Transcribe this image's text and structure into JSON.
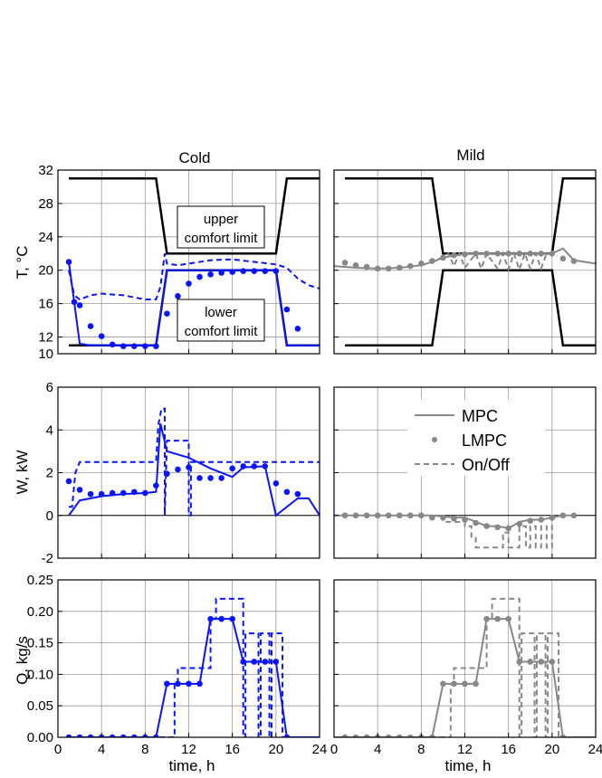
{
  "colors": {
    "cold": "#0a14ff",
    "mild": "#888888",
    "black": "#000000",
    "grid": "#888888"
  },
  "column_titles": [
    "Cold",
    "Mild"
  ],
  "xlabel": "time, h",
  "ylabels": {
    "temp": "T, °C",
    "power": "W, kW",
    "flow": "Q, kg/s"
  },
  "annotations": {
    "upper": [
      "upper",
      "comfort limit"
    ],
    "lower": [
      "lower",
      "comfort limit"
    ]
  },
  "legend": {
    "mpc": "MPC",
    "lmpc": "LMPC",
    "onoff": "On/Off"
  },
  "chart_data": [
    {
      "type": "line",
      "panel": "temp-cold",
      "title": "Cold",
      "xlim": [
        0,
        24
      ],
      "ylim": [
        10,
        32
      ],
      "xticks": [
        0,
        4,
        8,
        12,
        16,
        20,
        24
      ],
      "yticks": [
        10,
        12,
        16,
        20,
        24,
        28,
        32
      ],
      "limits": {
        "upper": {
          "x": [
            1,
            9,
            10,
            20,
            21,
            24
          ],
          "y": [
            31,
            31,
            22,
            22,
            31,
            31
          ]
        },
        "lower": {
          "x": [
            1,
            9,
            10,
            20,
            21,
            24
          ],
          "y": [
            11,
            11,
            20,
            20,
            11,
            11
          ]
        }
      },
      "series": [
        {
          "name": "MPC",
          "style": "solid",
          "x": [
            1,
            2,
            3,
            9,
            10,
            20,
            21,
            22,
            24
          ],
          "y": [
            21,
            11.2,
            11,
            11,
            20,
            20,
            11,
            11,
            11
          ]
        },
        {
          "name": "LMPC",
          "style": "dots",
          "x": [
            1,
            1.5,
            2,
            3,
            4,
            5,
            6,
            7,
            8,
            9,
            10,
            11,
            12,
            13,
            14,
            15,
            16,
            17,
            18,
            19,
            20,
            21,
            22
          ],
          "y": [
            21,
            16.2,
            15.8,
            13.3,
            12.1,
            11.1,
            10.9,
            10.9,
            10.9,
            10.9,
            14.8,
            16.9,
            18.4,
            19.2,
            19.5,
            19.7,
            19.8,
            19.9,
            19.9,
            19.9,
            19.9,
            15.3,
            13
          ]
        },
        {
          "name": "On/Off",
          "style": "dashed",
          "x": [
            1,
            1.5,
            2,
            3,
            4,
            6,
            8,
            9,
            9.4,
            9.8,
            10,
            11,
            12,
            14,
            16,
            18,
            20,
            21,
            22,
            23,
            24
          ],
          "y": [
            20,
            17,
            16.5,
            17,
            17.2,
            17,
            16.5,
            16.5,
            18,
            22,
            20.8,
            20.6,
            20.8,
            21.2,
            21.3,
            21,
            20.7,
            20.3,
            19,
            18.2,
            17.8
          ]
        }
      ]
    },
    {
      "type": "line",
      "panel": "temp-mild",
      "title": "Mild",
      "xlim": [
        0,
        24
      ],
      "ylim": [
        10,
        32
      ],
      "xticks": [
        0,
        4,
        8,
        12,
        16,
        20,
        24
      ],
      "yticks": [
        10,
        12,
        16,
        20,
        24,
        28,
        32
      ],
      "limits": {
        "upper": {
          "x": [
            1,
            9,
            10,
            20,
            21,
            24
          ],
          "y": [
            31,
            31,
            22,
            22,
            31,
            31
          ]
        },
        "lower": {
          "x": [
            1,
            9,
            10,
            20,
            21,
            24
          ],
          "y": [
            11,
            11,
            20,
            20,
            11,
            11
          ]
        }
      },
      "series": [
        {
          "name": "MPC",
          "style": "solid",
          "x": [
            0,
            2,
            4,
            6,
            8,
            9,
            10,
            12,
            16,
            20,
            21,
            22,
            24
          ],
          "y": [
            20.5,
            20.3,
            20.2,
            20.3,
            20.6,
            21,
            21.5,
            22,
            22,
            22,
            22.6,
            21.2,
            20.8
          ]
        },
        {
          "name": "LMPC",
          "style": "dots",
          "x": [
            1,
            2,
            3,
            4,
            5,
            6,
            7,
            8,
            9,
            10,
            11,
            12,
            13,
            14,
            15,
            16,
            17,
            18,
            19,
            20,
            21,
            22
          ],
          "y": [
            20.9,
            20.6,
            20.4,
            20.2,
            20.2,
            20.3,
            20.5,
            20.8,
            21.1,
            21.5,
            21.8,
            21.9,
            22,
            22,
            22,
            22,
            22,
            22,
            22,
            22,
            21.4,
            21.1
          ]
        },
        {
          "name": "On/Off",
          "style": "dashed",
          "x": [
            8,
            9,
            10,
            10.5,
            11,
            11.5,
            12,
            13,
            13.5,
            14,
            15,
            15.5,
            16,
            16.5,
            17,
            17.5,
            18,
            18.5,
            19,
            19.5,
            20,
            20.5
          ],
          "y": [
            20.6,
            21,
            21.6,
            22,
            20.5,
            22,
            20.3,
            22,
            20.2,
            22,
            20.2,
            22,
            20.1,
            22,
            20.1,
            22,
            20.2,
            22,
            20.2,
            22,
            21.9,
            21.7
          ]
        }
      ]
    },
    {
      "type": "line",
      "panel": "power-cold",
      "xlim": [
        0,
        24
      ],
      "ylim": [
        -2,
        6
      ],
      "xticks": [
        0,
        4,
        8,
        12,
        16,
        20,
        24
      ],
      "yticks": [
        -2,
        0,
        2,
        4,
        6
      ],
      "series": [
        {
          "name": "MPC",
          "style": "solid",
          "x": [
            1,
            2,
            4,
            6,
            8,
            9,
            9.4,
            10,
            12,
            14,
            16,
            17,
            19,
            20,
            22,
            23,
            24
          ],
          "y": [
            0,
            0.7,
            0.9,
            1,
            1.05,
            1.1,
            4.3,
            3,
            2.7,
            2.2,
            1.8,
            2.25,
            2.3,
            0,
            0.8,
            0.8,
            0
          ]
        },
        {
          "name": "LMPC",
          "style": "dots",
          "x": [
            1,
            2,
            3,
            4,
            5,
            6,
            7,
            8,
            9,
            10,
            11,
            12,
            13,
            14,
            15,
            16,
            17,
            18,
            19,
            20,
            21,
            22
          ],
          "y": [
            1.6,
            1.2,
            1,
            1,
            1.05,
            1.05,
            1.1,
            1.05,
            1.4,
            1.95,
            2.15,
            2.25,
            1.75,
            1.75,
            1.75,
            2.2,
            2.3,
            2.3,
            2.3,
            1.5,
            1.1,
            1
          ]
        },
        {
          "name": "On/Off",
          "style": "dashed",
          "x": [
            1,
            1.3,
            1.6,
            2,
            9,
            9.2,
            9.5,
            9.8,
            9.8,
            10,
            12,
            12,
            12.2,
            12.2,
            24
          ],
          "y": [
            0.4,
            0.4,
            2,
            2.5,
            2.5,
            4.2,
            5,
            5,
            0,
            3.5,
            3.5,
            0,
            0,
            2.5,
            2.5
          ]
        }
      ]
    },
    {
      "type": "line",
      "panel": "power-mild",
      "xlim": [
        0,
        24
      ],
      "ylim": [
        -2,
        6
      ],
      "xticks": [
        0,
        4,
        8,
        12,
        16,
        20,
        24
      ],
      "yticks": [
        -2,
        0,
        2,
        4,
        6
      ],
      "series": [
        {
          "name": "MPC",
          "style": "solid",
          "x": [
            0,
            9,
            11,
            12,
            13,
            14,
            15,
            16,
            17,
            18,
            19,
            20,
            21,
            22
          ],
          "y": [
            0,
            0,
            -0.1,
            -0.1,
            -0.3,
            -0.5,
            -0.5,
            -0.6,
            -0.3,
            -0.2,
            -0.2,
            -0.1,
            0,
            0
          ]
        },
        {
          "name": "LMPC",
          "style": "dots",
          "x": [
            1,
            2,
            3,
            4,
            5,
            6,
            7,
            8,
            9,
            10,
            11,
            12,
            13,
            14,
            15,
            16,
            17,
            18,
            19,
            20,
            21,
            22
          ],
          "y": [
            0,
            0,
            0,
            0,
            0,
            0,
            0,
            0,
            -0.1,
            -0.1,
            -0.15,
            -0.2,
            -0.35,
            -0.5,
            -0.55,
            -0.6,
            -0.4,
            -0.25,
            -0.2,
            -0.1,
            0,
            0
          ]
        },
        {
          "name": "On/Off",
          "style": "dashed",
          "x": [
            10,
            10,
            12,
            12,
            12.6,
            12.6,
            13,
            13,
            15.5,
            15.5,
            16,
            16,
            17,
            17,
            17.6,
            17.6,
            18,
            18,
            18.5,
            18.5,
            19,
            19,
            19.5,
            19.5,
            20,
            20
          ],
          "y": [
            0,
            -0.3,
            -0.3,
            -0.5,
            -0.5,
            -1,
            -1,
            -1.5,
            -1.5,
            -0.8,
            -0.8,
            -1.5,
            -1.5,
            -0.5,
            -0.5,
            -1.5,
            -1.5,
            -0.5,
            -0.5,
            -1.5,
            -1.5,
            -0.5,
            -0.5,
            -1.5,
            -1.5,
            0
          ]
        }
      ]
    },
    {
      "type": "line",
      "panel": "flow-cold",
      "xlim": [
        0,
        24
      ],
      "ylim": [
        0,
        0.25
      ],
      "xticks": [
        0,
        4,
        8,
        12,
        16,
        20,
        24
      ],
      "yticks": [
        0,
        0.05,
        0.1,
        0.15,
        0.2,
        0.25
      ],
      "series": [
        {
          "name": "MPC",
          "style": "solid",
          "x": [
            1,
            9,
            10,
            11,
            12,
            13,
            14,
            15,
            16,
            17,
            18,
            19,
            20,
            21,
            24
          ],
          "y": [
            0,
            0,
            0.085,
            0.085,
            0.085,
            0.085,
            0.188,
            0.188,
            0.188,
            0.12,
            0.12,
            0.12,
            0.12,
            0,
            0
          ]
        },
        {
          "name": "LMPC",
          "style": "dots",
          "x": [
            1,
            2,
            3,
            4,
            5,
            6,
            7,
            8,
            9,
            10,
            11,
            12,
            13,
            14,
            15,
            16,
            17,
            18,
            19,
            20,
            21
          ],
          "y": [
            0,
            0,
            0,
            0,
            0,
            0,
            0,
            0,
            0,
            0.085,
            0.085,
            0.085,
            0.085,
            0.188,
            0.188,
            0.188,
            0.12,
            0.12,
            0.12,
            0.12,
            0
          ]
        },
        {
          "name": "On/Off",
          "style": "dashed",
          "x": [
            1,
            10.7,
            10.7,
            11,
            11,
            14,
            14,
            14.5,
            14.5,
            17,
            17,
            17.2,
            17.2,
            17.4,
            17.4,
            18.4,
            18.4,
            18.6,
            18.6,
            19.4,
            19.4,
            19.6,
            19.6,
            20.6,
            20.6,
            24
          ],
          "y": [
            0,
            0,
            0.085,
            0.085,
            0.11,
            0.11,
            0.188,
            0.188,
            0.22,
            0.22,
            0,
            0,
            0.165,
            0.165,
            0.165,
            0.165,
            0,
            0,
            0.165,
            0.165,
            0,
            0,
            0.165,
            0.165,
            0,
            0
          ]
        }
      ]
    },
    {
      "type": "line",
      "panel": "flow-mild",
      "xlim": [
        0,
        24
      ],
      "ylim": [
        0,
        0.25
      ],
      "xticks": [
        0,
        4,
        8,
        12,
        16,
        20,
        24
      ],
      "yticks": [
        0,
        0.05,
        0.1,
        0.15,
        0.2,
        0.25
      ],
      "series": [
        {
          "name": "MPC",
          "style": "solid",
          "x": [
            0,
            9,
            10,
            11,
            12,
            13,
            14,
            15,
            16,
            17,
            18,
            19,
            20,
            21,
            24
          ],
          "y": [
            0,
            0,
            0.085,
            0.085,
            0.085,
            0.085,
            0.188,
            0.188,
            0.188,
            0.12,
            0.12,
            0.12,
            0.12,
            0,
            0
          ]
        },
        {
          "name": "LMPC",
          "style": "dots",
          "x": [
            1,
            2,
            3,
            4,
            5,
            6,
            7,
            8,
            9,
            10,
            11,
            12,
            13,
            14,
            15,
            16,
            17,
            18,
            19,
            20,
            21
          ],
          "y": [
            0,
            0,
            0,
            0,
            0,
            0,
            0,
            0,
            0,
            0.085,
            0.085,
            0.085,
            0.085,
            0.188,
            0.188,
            0.188,
            0.12,
            0.12,
            0.12,
            0.12,
            0
          ]
        },
        {
          "name": "On/Off",
          "style": "dashed",
          "x": [
            8,
            10.7,
            10.7,
            11,
            11,
            14,
            14,
            14.5,
            14.5,
            17,
            17,
            17.2,
            17.2,
            18.4,
            18.4,
            18.6,
            18.6,
            19.4,
            19.4,
            19.6,
            19.6,
            20.6,
            20.6,
            24
          ],
          "y": [
            0,
            0,
            0.085,
            0.085,
            0.11,
            0.11,
            0.188,
            0.188,
            0.22,
            0.22,
            0,
            0,
            0.165,
            0.165,
            0,
            0,
            0.165,
            0.165,
            0,
            0,
            0.165,
            0.165,
            0,
            0
          ]
        }
      ]
    }
  ]
}
